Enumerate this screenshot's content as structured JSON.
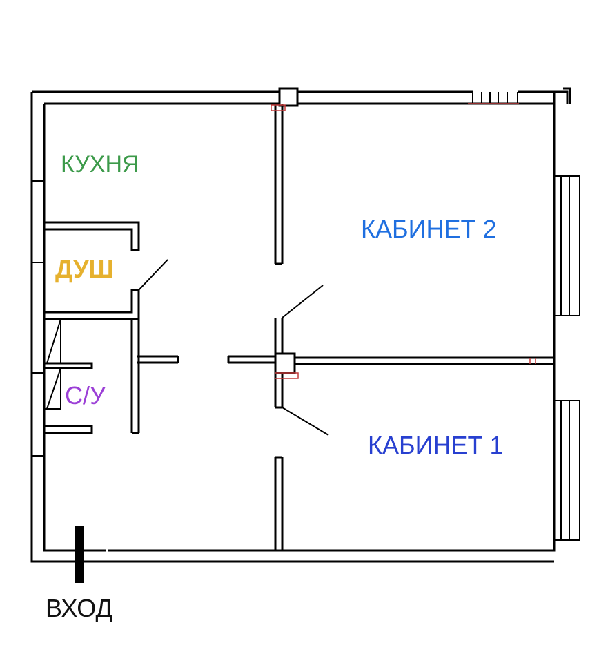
{
  "rooms": {
    "kitchen": {
      "label": "КУХНЯ",
      "color": "#3c9a4a"
    },
    "shower": {
      "label": "ДУШ",
      "color": "#e6b12e"
    },
    "wc": {
      "label": "С/У",
      "color": "#9b3fd6"
    },
    "office2": {
      "label": "КАБИНЕТ 2",
      "color": "#1f6fe0"
    },
    "office1": {
      "label": "КАБИНЕТ 1",
      "color": "#2840d0"
    }
  },
  "entrance": {
    "label": "ВХОД",
    "color": "#111111"
  },
  "colors": {
    "wall": "#000000",
    "background": "#ffffff",
    "marker": "#c23a3a"
  }
}
